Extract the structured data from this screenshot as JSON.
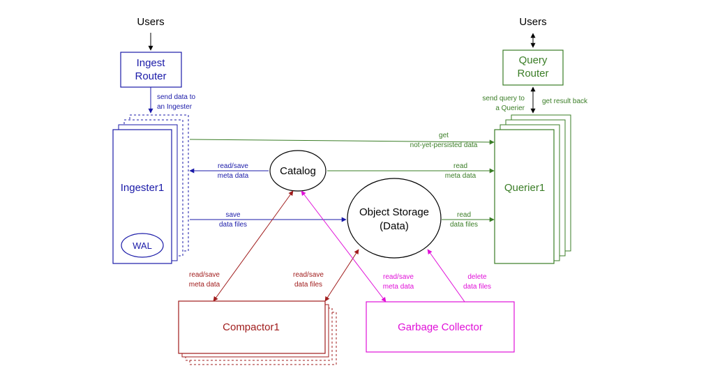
{
  "colors": {
    "ingest": "#1a1aa8",
    "query": "#3a7d26",
    "compactor": "#a01c1c",
    "gc": "#e010d8",
    "neutral": "#000000"
  },
  "users_left": "Users",
  "users_right": "Users",
  "ingest_router": {
    "line1": "Ingest",
    "line2": "Router"
  },
  "query_router": {
    "line1": "Query",
    "line2": "Router"
  },
  "ingester": {
    "label": "Ingester1",
    "wal": "WAL"
  },
  "querier": {
    "label": "Querier1"
  },
  "catalog": {
    "label": "Catalog"
  },
  "object_storage": {
    "line1": "Object Storage",
    "line2": "(Data)"
  },
  "compactor": {
    "label": "Compactor1"
  },
  "garbage_collector": {
    "label": "Garbage Collector"
  },
  "edges": {
    "send_data": {
      "line1": "send data to",
      "line2": "an Ingester"
    },
    "send_query": {
      "line1": "send query to",
      "line2": "a Querier"
    },
    "get_result": {
      "line1": "get result back"
    },
    "get_unpersisted": {
      "line1": "get",
      "line2": "not-yet-persisted data"
    },
    "ingester_catalog": {
      "line1": "read/save",
      "line2": "meta data"
    },
    "catalog_querier": {
      "line1": "read",
      "line2": "meta data"
    },
    "ingester_storage": {
      "line1": "save",
      "line2": "data files"
    },
    "storage_querier": {
      "line1": "read",
      "line2": "data files"
    },
    "compactor_catalog": {
      "line1": "read/save",
      "line2": "meta data"
    },
    "compactor_storage": {
      "line1": "read/save",
      "line2": "data files"
    },
    "gc_catalog": {
      "line1": "read/save",
      "line2": "meta data"
    },
    "gc_storage": {
      "line1": "delete",
      "line2": "data files"
    }
  }
}
